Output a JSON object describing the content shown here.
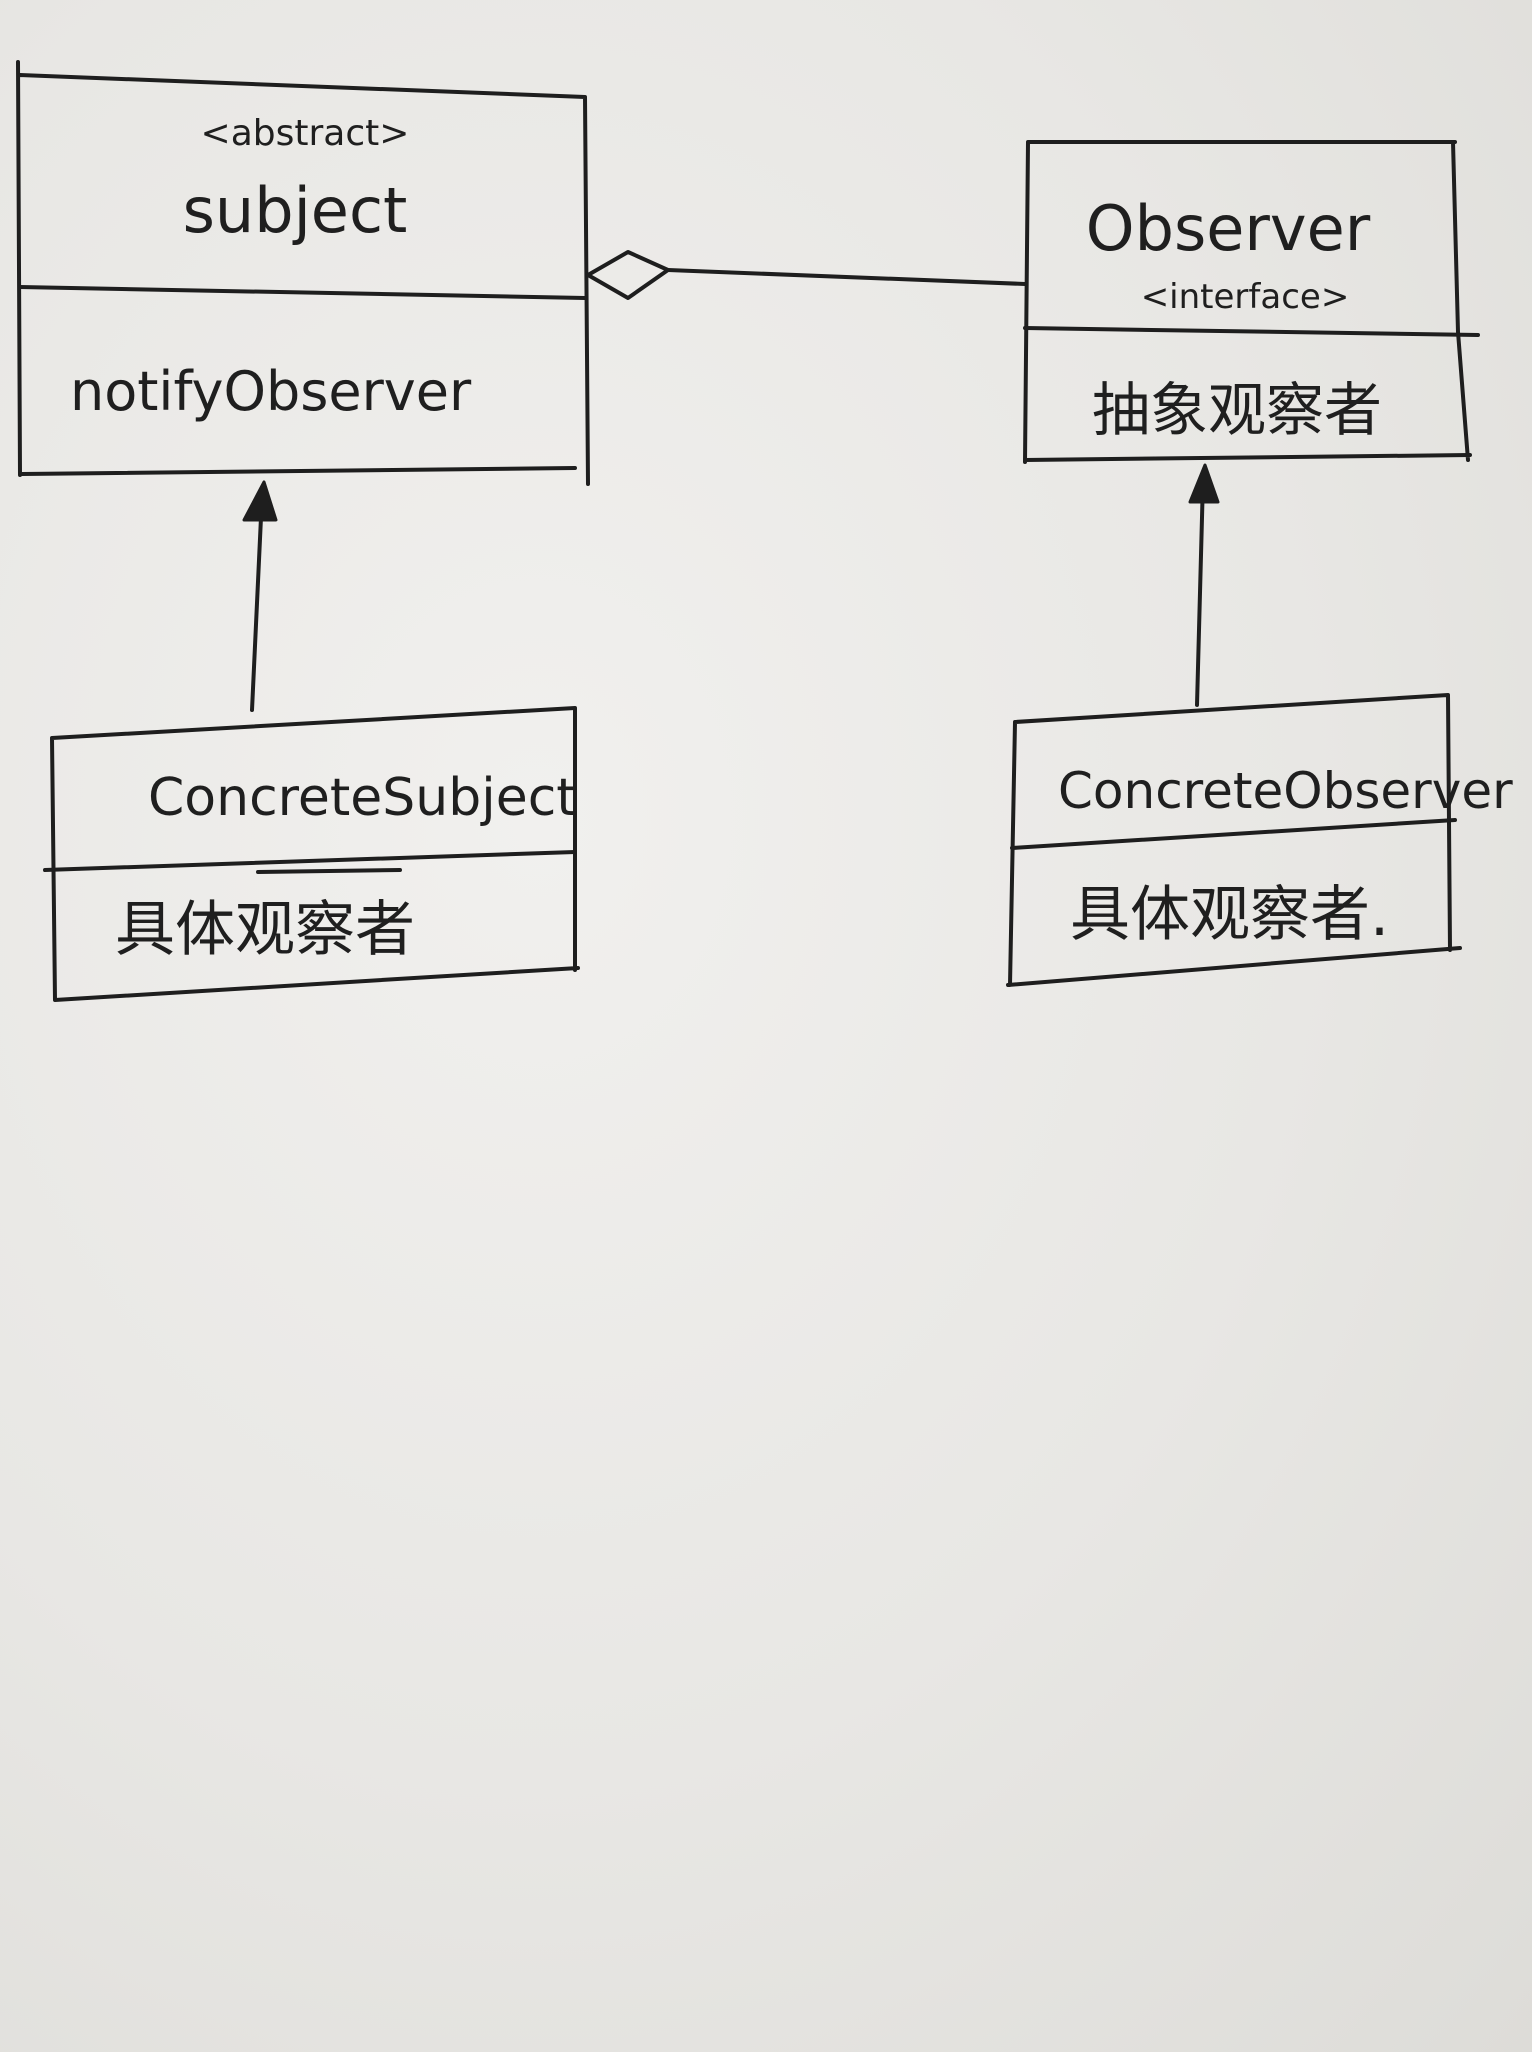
{
  "diagram": {
    "subject": {
      "stereotype": "<abstract>",
      "name": "subject",
      "member": "notifyObserver"
    },
    "observer": {
      "name": "Observer",
      "stereotype": "<interface>",
      "member": "抽象观察者"
    },
    "concrete_subject": {
      "name": "ConcreteSubject",
      "member": "具体观察者"
    },
    "concrete_observer": {
      "name": "ConcreteObserver",
      "member": "具体观察者."
    }
  }
}
